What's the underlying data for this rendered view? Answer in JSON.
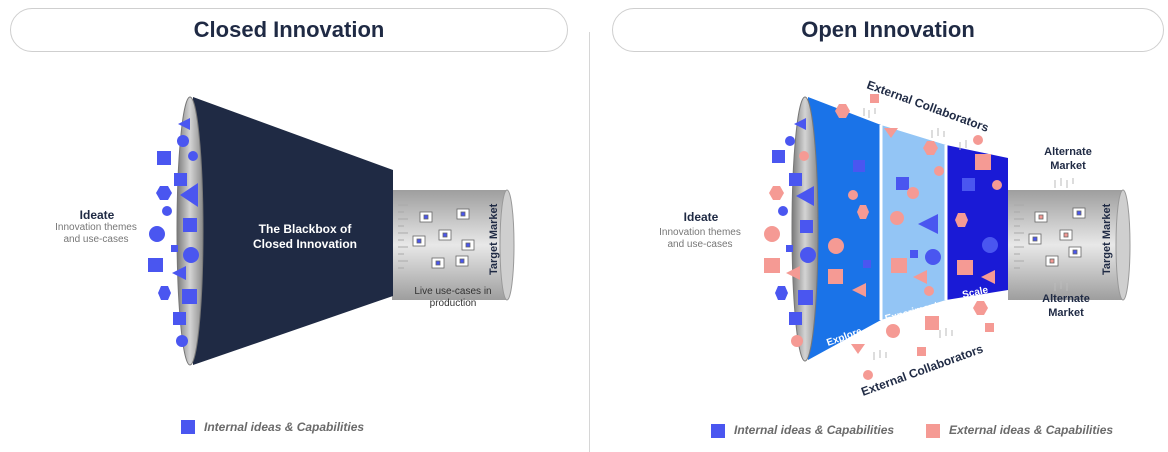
{
  "left_panel": {
    "title": "Closed Innovation",
    "ideate": "Ideate",
    "ideate_sub": "Innovation themes and use-cases",
    "blackbox_line1": "The Blackbox of",
    "blackbox_line2": "Closed Innovation",
    "target_market": "Target Market",
    "live_line1": "Live use-cases in",
    "live_line2": "production",
    "legend": "Internal ideas & Capabilities"
  },
  "right_panel": {
    "title": "Open Innovation",
    "ideate": "Ideate",
    "ideate_sub": "Innovation themes and use-cases",
    "stage_explore": "Explore",
    "stage_experiment": "Experiment",
    "stage_scale": "Scale",
    "external_top": "External Collaborators",
    "external_bottom": "External Collaborators",
    "alternate_top": "Alternate Market",
    "alternate_bottom": "Alternate Market",
    "target_market": "Target Market",
    "legend_internal": "Internal ideas & Capabilities",
    "legend_external": "External ideas & Capabilities"
  },
  "colors": {
    "internal": "#4a56f0",
    "external": "#f59a94",
    "blackbox": "#1f2a44",
    "explore": "#1a73e8",
    "experiment": "#93c5f5",
    "scale": "#1a1ad6"
  }
}
